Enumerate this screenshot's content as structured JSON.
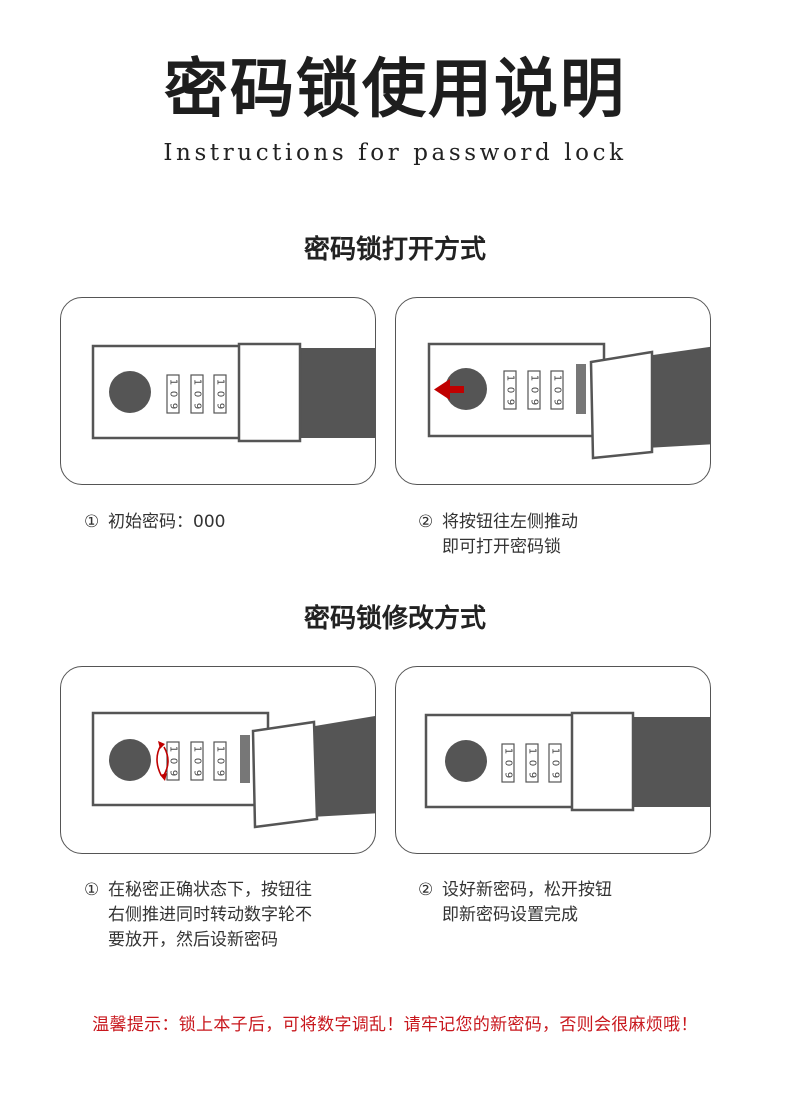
{
  "header": {
    "title": "密码锁使用说明",
    "subtitle": "Instructions for password lock"
  },
  "open_section": {
    "title": "密码锁打开方式",
    "steps": [
      {
        "num": "①",
        "lines": [
          "初始密码：000"
        ]
      },
      {
        "num": "②",
        "lines": [
          "将按钮往左侧推动",
          "即可打开密码锁"
        ]
      }
    ]
  },
  "change_section": {
    "title": "密码锁修改方式",
    "steps": [
      {
        "num": "①",
        "lines": [
          "在秘密正确状态下，按钮往",
          "右侧推进同时转动数字轮不",
          "要放开，然后设新密码"
        ]
      },
      {
        "num": "②",
        "lines": [
          "设好新密码，松开按钮",
          "即新密码设置完成"
        ]
      }
    ]
  },
  "dial_digits": [
    "1",
    "0",
    "9"
  ],
  "tip": "温馨提示：锁上本子后，可将数字调乱！请牢记您的新密码，否则会很麻烦哦！",
  "colors": {
    "strap": "#555555",
    "knob": "#555555",
    "arrow": "#c00000",
    "tip_text": "#c8171d"
  }
}
